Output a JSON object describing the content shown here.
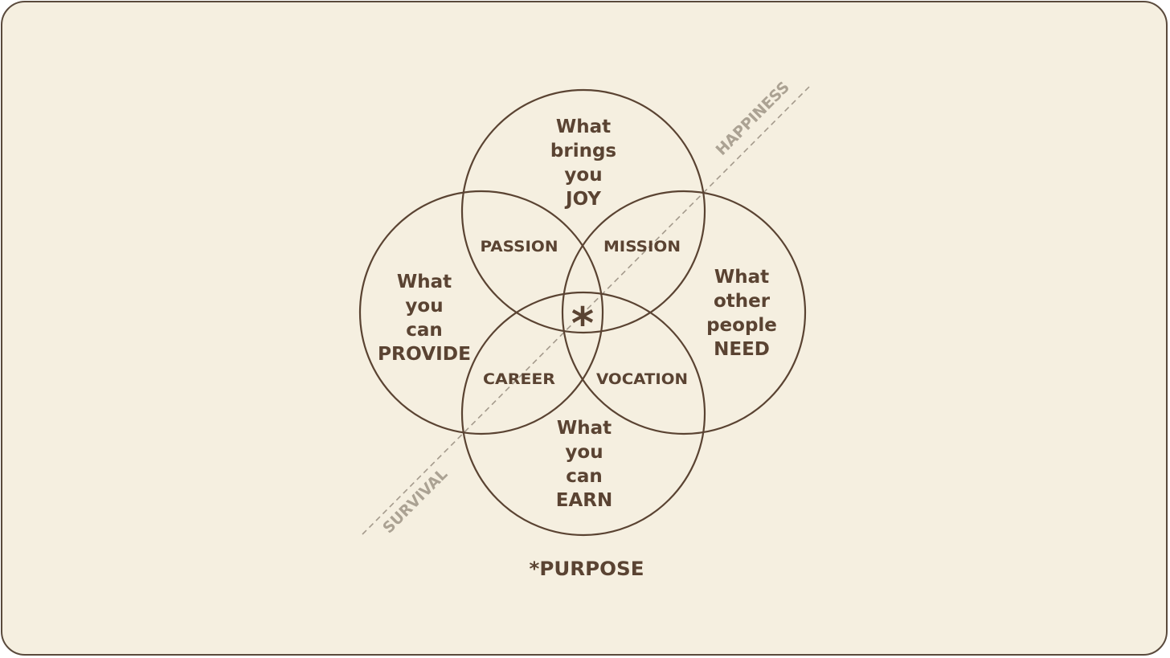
{
  "diagram": {
    "top_circle": {
      "lines": [
        "What",
        "brings",
        "you",
        "JOY"
      ]
    },
    "left_circle": {
      "lines": [
        "What",
        "you",
        "can",
        "PROVIDE"
      ]
    },
    "right_circle": {
      "lines": [
        "What",
        "other",
        "people",
        "NEED"
      ]
    },
    "bottom_circle": {
      "lines": [
        "What",
        "you",
        "can",
        "EARN"
      ]
    },
    "overlaps": {
      "top_left": "PASSION",
      "top_right": "MISSION",
      "bottom_left": "CAREER",
      "bottom_right": "VOCATION"
    },
    "center_symbol": "*",
    "axis": {
      "upper": "HAPPINESS",
      "lower": "SURVIVAL"
    },
    "caption": "*PURPOSE"
  },
  "colors": {
    "background": "#f5efe0",
    "ink": "#5a4332",
    "axis": "#aba293",
    "border": "#5a4a3c"
  }
}
